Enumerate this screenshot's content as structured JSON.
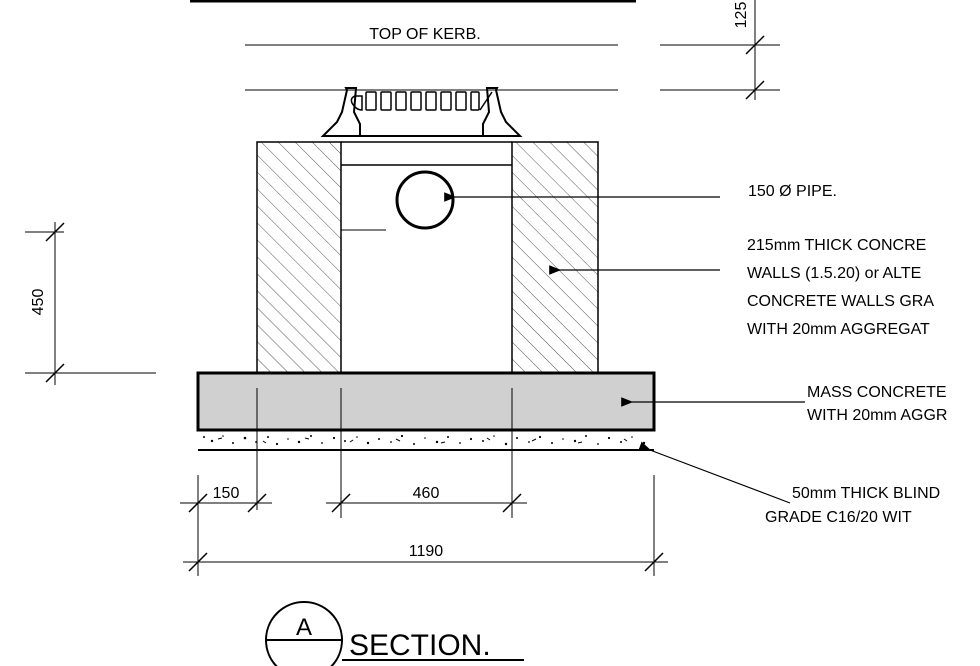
{
  "drawing": {
    "top_of_kerb_label": "TOP OF KERB.",
    "dim_top_partial": "125",
    "dim_wall_height": "450",
    "dim_base_edge": "150",
    "dim_internal": "460",
    "dim_overall": "1190",
    "section_marker": "A",
    "section_title": "SECTION."
  },
  "notes": {
    "pipe": "150 Ø PIPE.",
    "walls": [
      "215mm THICK CONCRE",
      "WALLS (1.5.20) or ALTE",
      "CONCRETE WALLS GRA",
      "WITH 20mm AGGREGAT"
    ],
    "base": [
      "MASS CONCRETE",
      "WITH 20mm AGGR"
    ],
    "blinding": [
      "50mm THICK BLIND",
      "GRADE C16/20 WIT"
    ]
  },
  "colors": {
    "line": "#000000",
    "base_fill": "#d0d0d0",
    "hatch": "#555555"
  }
}
